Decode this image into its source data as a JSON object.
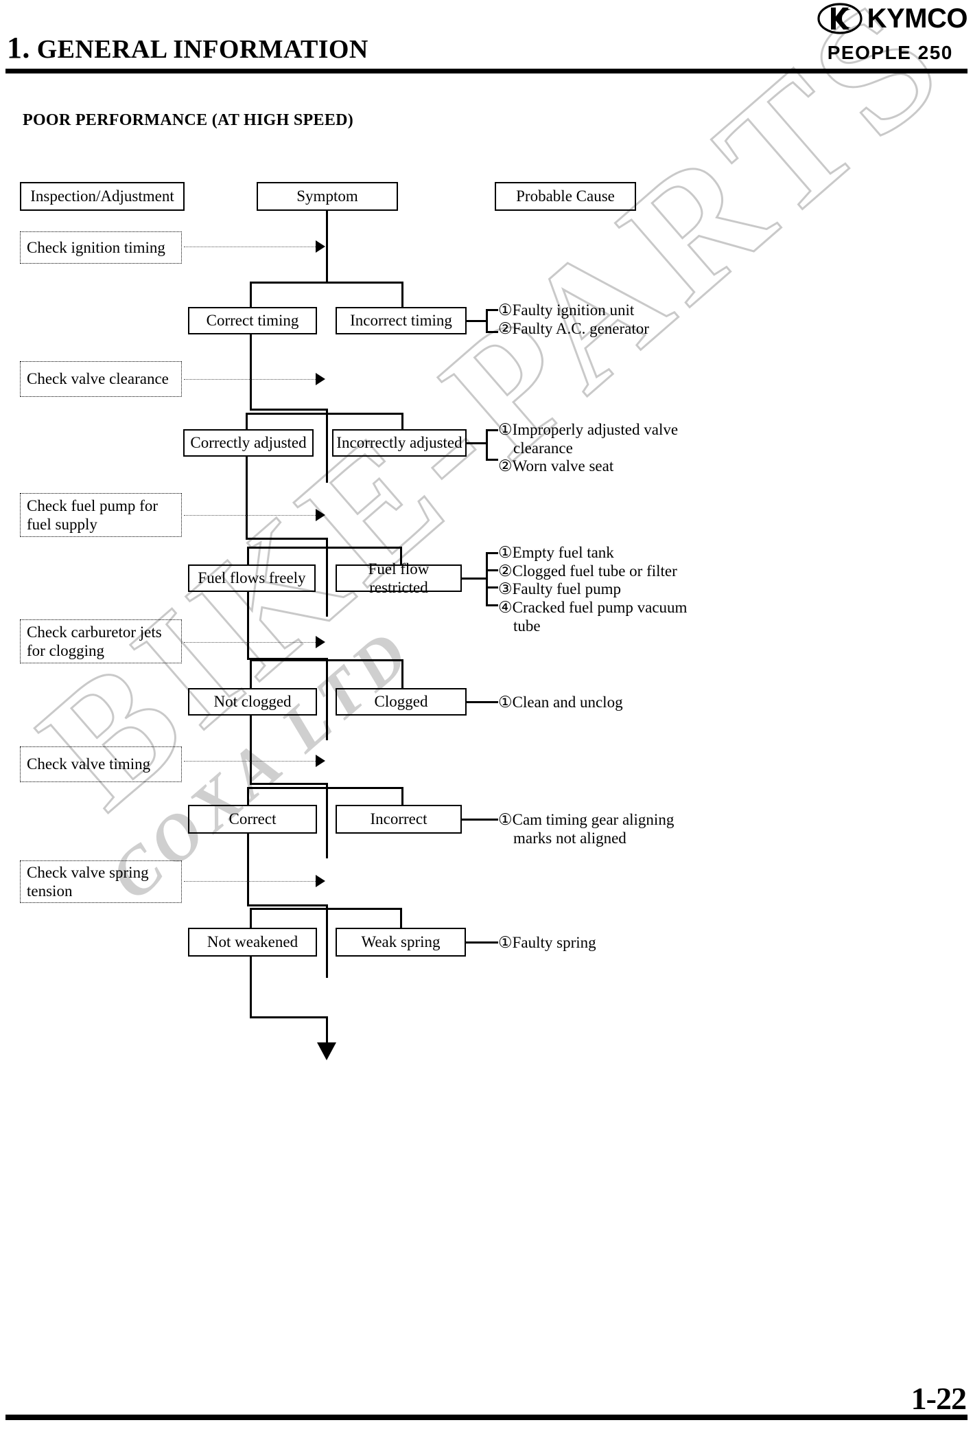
{
  "header": {
    "chapter_number": "1.",
    "chapter_title": "GENERAL INFORMATION",
    "brand": "KYMCO",
    "model": "PEOPLE 250"
  },
  "section_title": "POOR PERFORMANCE (AT HIGH SPEED)",
  "column_headers": {
    "left": "Inspection/Adjustment",
    "middle": "Symptom",
    "right": "Probable Cause"
  },
  "watermark": {
    "line1": "BIKE-PARTS",
    "line2": "COXA LTD"
  },
  "steps": [
    {
      "check": "Check ignition timing",
      "ok": "Correct timing",
      "bad": "Incorrect timing",
      "causes": [
        "①Faulty ignition unit",
        "②Faulty A.C. generator"
      ]
    },
    {
      "check": "Check valve clearance",
      "ok": "Correctly adjusted",
      "bad": "Incorrectly adjusted",
      "causes": [
        "①Improperly adjusted valve",
        "clearance",
        "②Worn valve seat"
      ]
    },
    {
      "check": "Check fuel pump for fuel supply",
      "ok": "Fuel flows freely",
      "bad": "Fuel flow restricted",
      "causes": [
        "①Empty fuel tank",
        "②Clogged fuel tube or filter",
        "③Faulty fuel pump",
        "④Cracked fuel pump vacuum",
        "tube"
      ]
    },
    {
      "check": "Check carburetor jets for clogging",
      "ok": "Not clogged",
      "bad": "Clogged",
      "causes": [
        "①Clean and unclog"
      ]
    },
    {
      "check": "Check valve timing",
      "ok": "Correct",
      "bad": "Incorrect",
      "causes": [
        "①Cam timing gear aligning",
        "marks not aligned"
      ]
    },
    {
      "check": "Check valve spring tension",
      "ok": "Not weakened",
      "bad": "Weak spring",
      "causes": [
        "①Faulty spring"
      ]
    }
  ],
  "footer": {
    "page_number": "1-22"
  }
}
